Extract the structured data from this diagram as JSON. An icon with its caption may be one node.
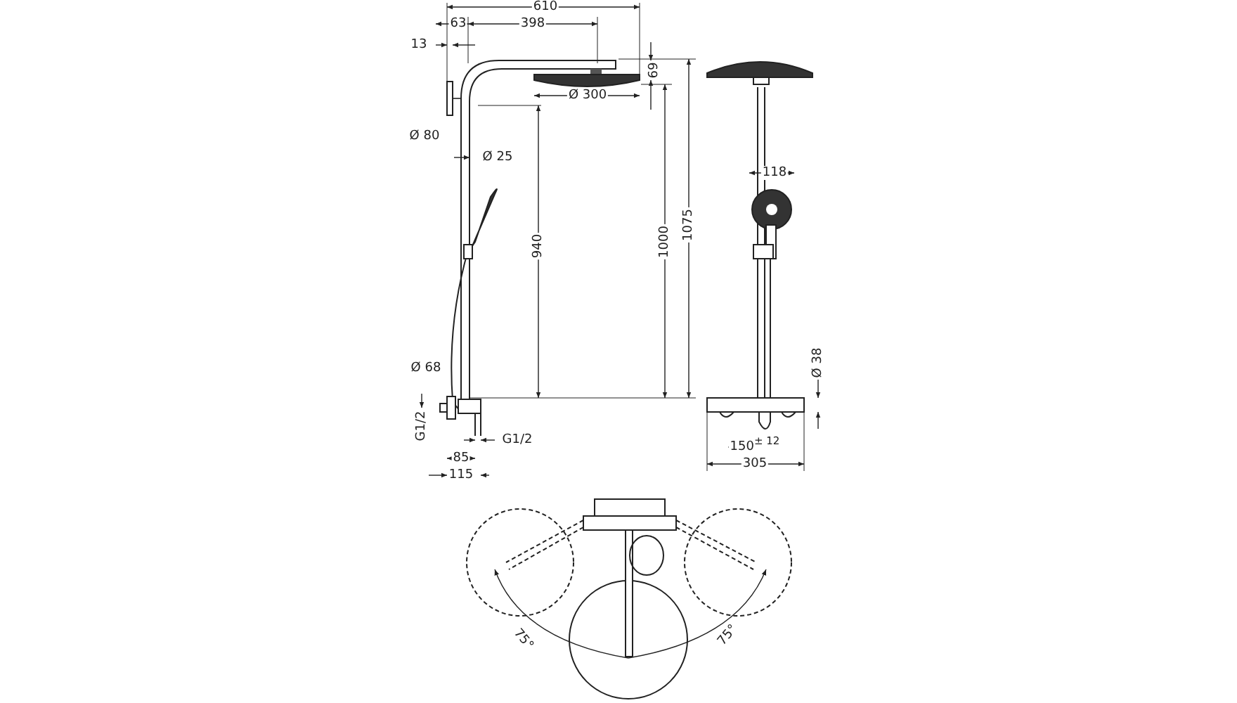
{
  "diagram": {
    "labels": [
      "610",
      "63",
      "398",
      "13",
      "69",
      "Ø 300",
      "Ø 80",
      "Ø 25",
      "118",
      "940",
      "1000",
      "1075",
      "Ø 68",
      "Ø 38",
      "G1/2",
      "G1/2",
      "85",
      "150$^{± 12}$",
      "115",
      "305",
      "75°",
      "75°"
    ]
  }
}
